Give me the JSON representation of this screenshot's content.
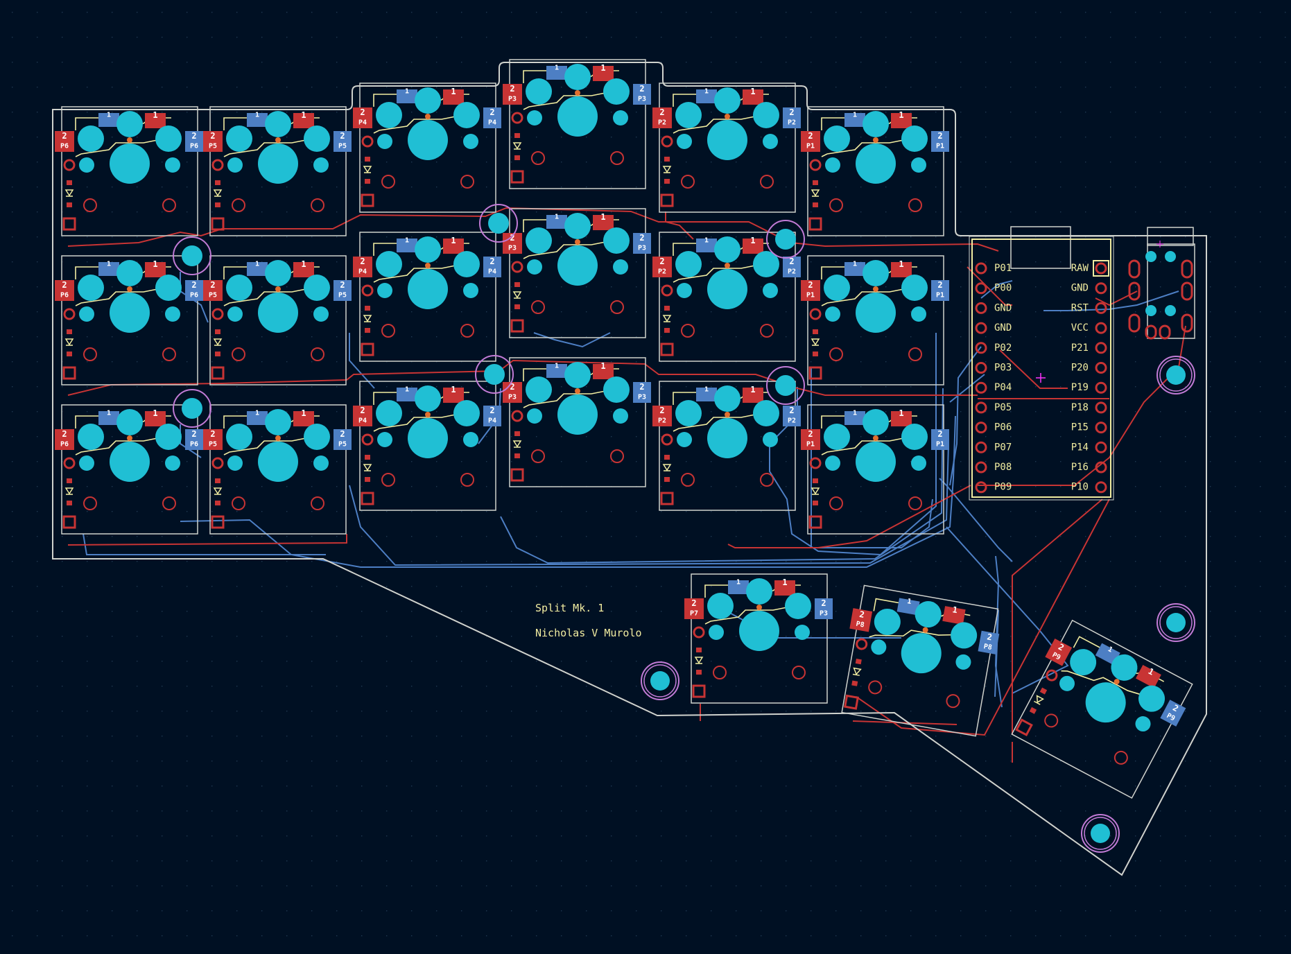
{
  "board": {
    "title": "Split Mk. 1",
    "author": "Nicholas V Murolo"
  },
  "colors": {
    "background": "#001023",
    "outline": "#d0d2cd",
    "silkscreen": "#f2eda1",
    "pad_front": "#c83434",
    "pad_back": "#4d7fc4",
    "hole": "#20bfd4",
    "copper_front": "#c83434",
    "copper_back": "#4d7fc4",
    "via_ring": "#c27bd6",
    "drc_marker": "#ff33ff",
    "grid_dot": "#1f3850"
  },
  "pins": {
    "left": [
      "P01",
      "P00",
      "GND",
      "GND",
      "P02",
      "P03",
      "P04",
      "P05",
      "P06",
      "P07",
      "P08",
      "P09"
    ],
    "right": [
      "RAW",
      "GND",
      "RST",
      "VCC",
      "P21",
      "P20",
      "P19",
      "P18",
      "P15",
      "P14",
      "P16",
      "P10"
    ]
  },
  "switch_pad_labels": {
    "front_pad": "1",
    "back_pad": "2"
  },
  "columns": [
    {
      "pin": "P6"
    },
    {
      "pin": "P5"
    },
    {
      "pin": "P4"
    },
    {
      "pin": "P3"
    },
    {
      "pin": "P2"
    },
    {
      "pin": "P1"
    }
  ],
  "thumb_keys": [
    {
      "left_pin": "P7",
      "right_pin": "P3"
    },
    {
      "left_pin": "P8",
      "right_pin": "P8"
    },
    {
      "left_pin": "P9",
      "right_pin": "P9"
    }
  ]
}
